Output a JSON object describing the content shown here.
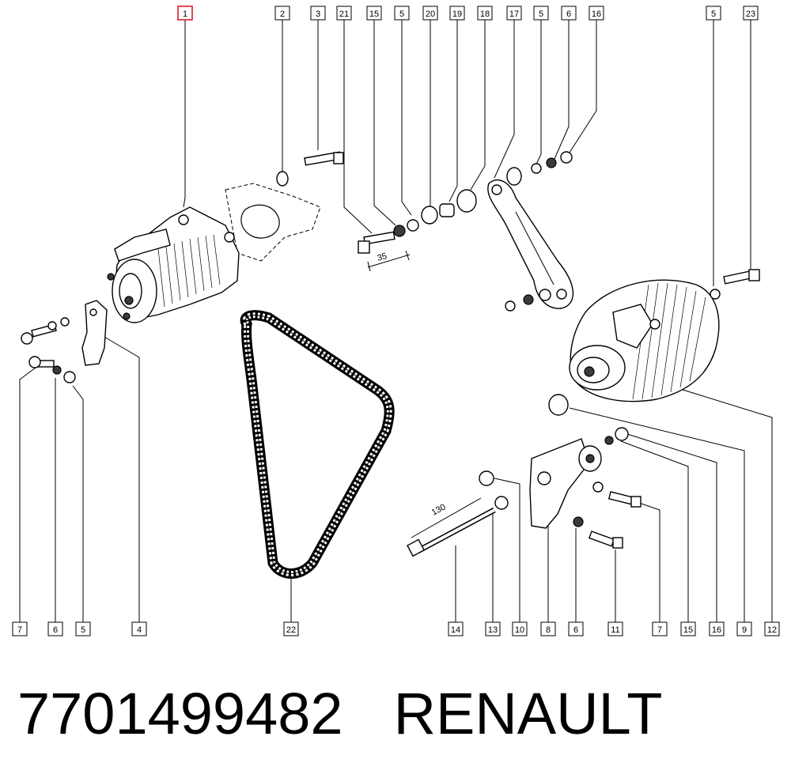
{
  "callouts_top": [
    {
      "label": "1",
      "highlighted": true
    },
    {
      "label": "2"
    },
    {
      "label": "3"
    },
    {
      "label": "21"
    },
    {
      "label": "15"
    },
    {
      "label": "5"
    },
    {
      "label": "20"
    },
    {
      "label": "19"
    },
    {
      "label": "18"
    },
    {
      "label": "17"
    },
    {
      "label": "5"
    },
    {
      "label": "6"
    },
    {
      "label": "16"
    },
    {
      "label": "5"
    },
    {
      "label": "23"
    }
  ],
  "callouts_bottom": [
    {
      "label": "7"
    },
    {
      "label": "6"
    },
    {
      "label": "5"
    },
    {
      "label": "4"
    },
    {
      "label": "22"
    },
    {
      "label": "14"
    },
    {
      "label": "13"
    },
    {
      "label": "10"
    },
    {
      "label": "8"
    },
    {
      "label": "6"
    },
    {
      "label": "11"
    },
    {
      "label": "7"
    },
    {
      "label": "15"
    },
    {
      "label": "16"
    },
    {
      "label": "9"
    },
    {
      "label": "12"
    }
  ],
  "dimensions": {
    "bolt_length": "35",
    "long_bolt_length": "130"
  },
  "footer": {
    "part_number": "7701499482",
    "brand": "RENAULT"
  },
  "colors": {
    "highlight": "#d9202a",
    "ink": "#000000"
  }
}
